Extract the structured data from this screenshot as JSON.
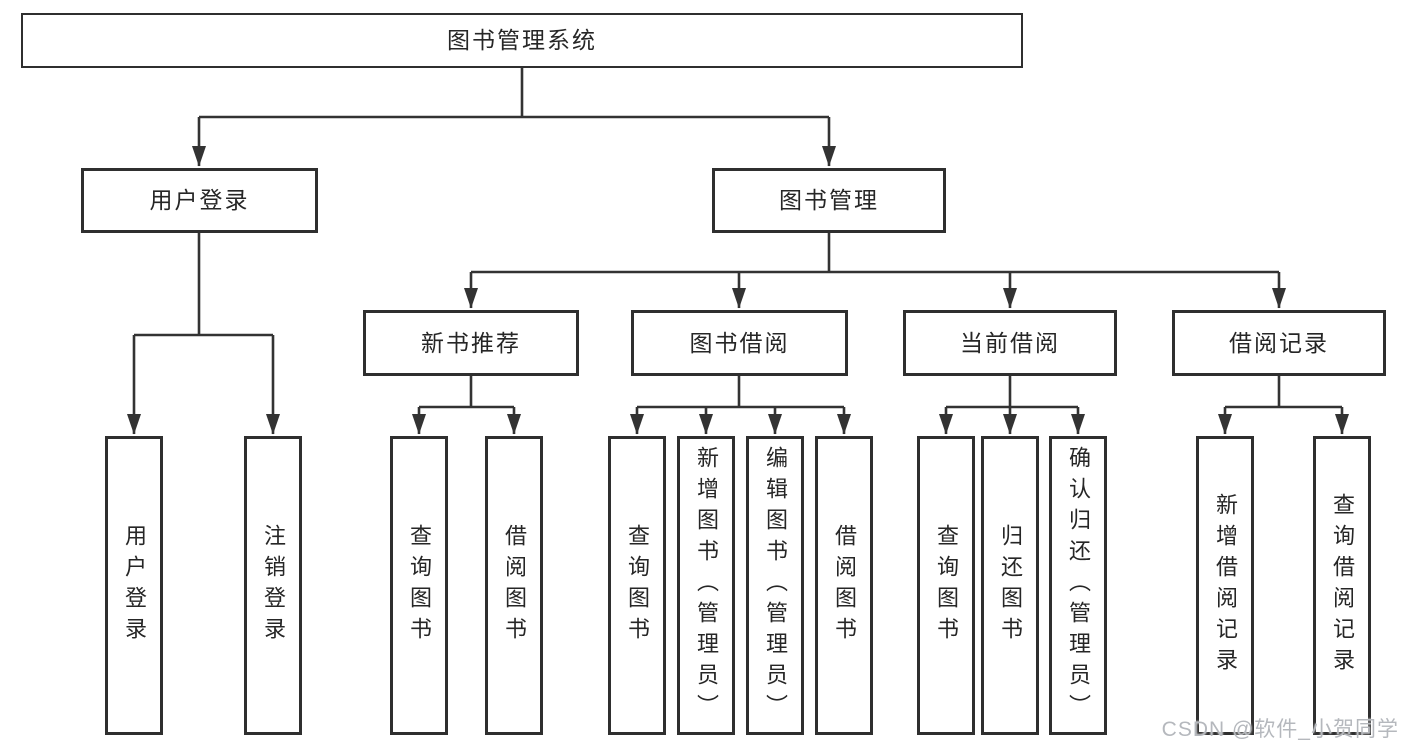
{
  "diagram": {
    "root": {
      "label": "图书管理系统"
    },
    "level2": [
      {
        "label": "用户登录"
      },
      {
        "label": "图书管理"
      }
    ],
    "level3": [
      {
        "label": "新书推荐"
      },
      {
        "label": "图书借阅"
      },
      {
        "label": "当前借阅"
      },
      {
        "label": "借阅记录"
      }
    ],
    "leaves": {
      "user_login": [
        {
          "label": "用户登录"
        },
        {
          "label": "注销登录"
        }
      ],
      "new_book": [
        {
          "label": "查询图书"
        },
        {
          "label": "借阅图书"
        }
      ],
      "book_borrow": [
        {
          "label": "查询图书"
        },
        {
          "label": "新增图书（管理员）"
        },
        {
          "label": "编辑图书（管理员）"
        },
        {
          "label": "借阅图书"
        }
      ],
      "current_borrow": [
        {
          "label": "查询图书"
        },
        {
          "label": "归还图书"
        },
        {
          "label": "确认归还（管理员）"
        }
      ],
      "borrow_record": [
        {
          "label": "新增借阅记录"
        },
        {
          "label": "查询借阅记录"
        }
      ]
    }
  },
  "watermark": {
    "text": "CSDN @软件_小贺同学"
  },
  "colors": {
    "line": "#333333",
    "border": "#2f2f2f",
    "text": "#262626",
    "watermark": "#b5b8bd",
    "background": "#ffffff"
  }
}
